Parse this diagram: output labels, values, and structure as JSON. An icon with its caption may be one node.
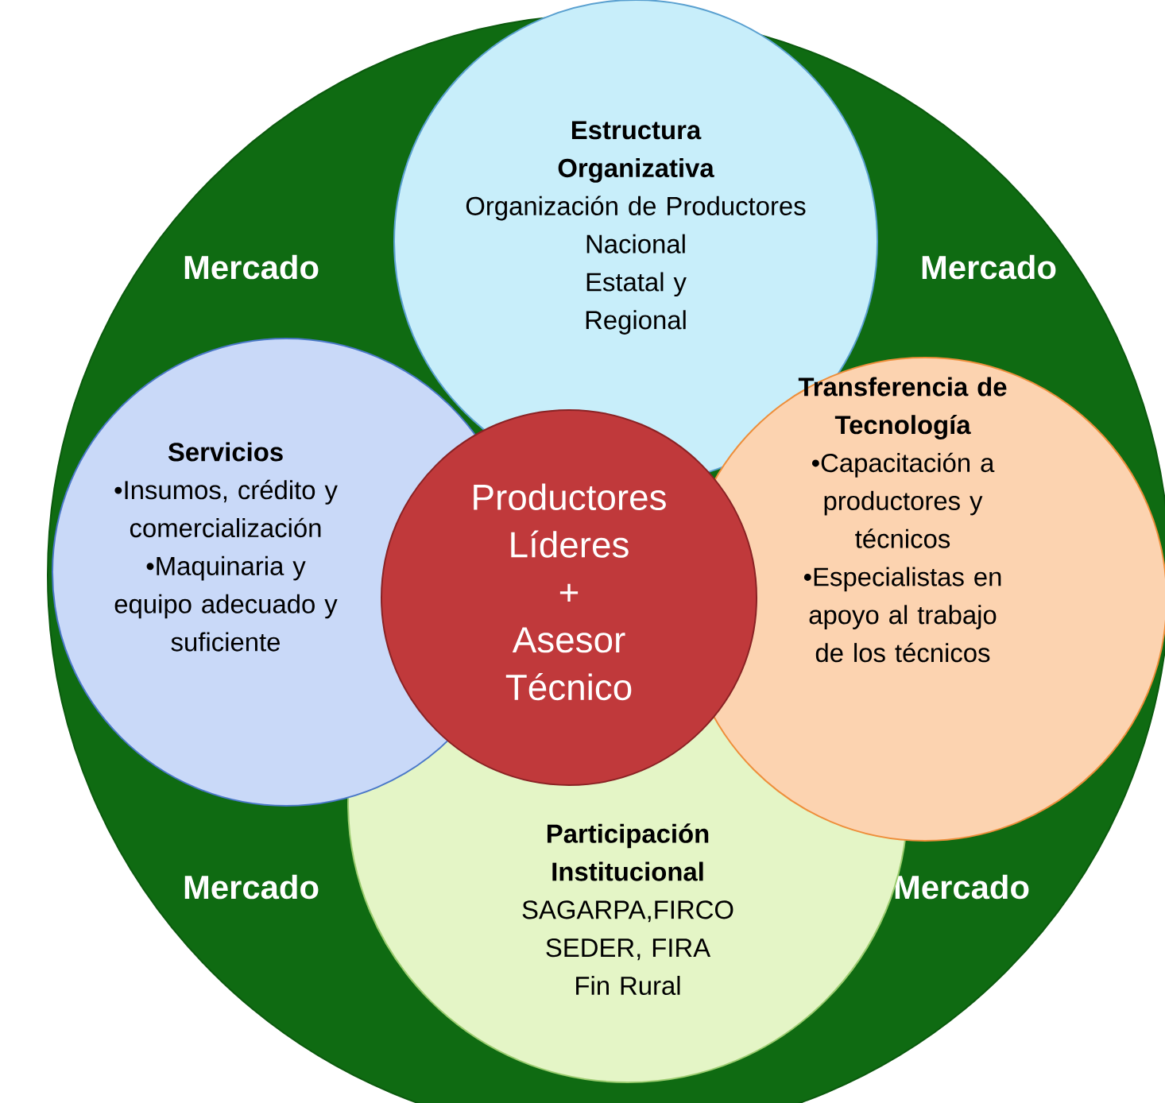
{
  "diagram": {
    "nodes": [
      {
        "text": [
          "Mercado",
          "Mercado",
          "Mercado",
          "Mercado"
        ]
      },
      {
        "text": [
          "Estructura Organizativa",
          "Organización de Productores",
          "Nacional",
          "Estatal y",
          "Regional"
        ],
        "in": 0
      },
      {
        "text": [
          "Servicios",
          "•Insumos, crédito y comercialización",
          "•Maquinaria y equipo adecuado y suficiente"
        ],
        "in": 0
      },
      {
        "text": [
          "Transferencia de Tecnología",
          "•Capacitación a productores y técnicos",
          "•Especialistas en apoyo al trabajo de los técnicos"
        ],
        "in": 0
      },
      {
        "text": [
          "Participación Institucional",
          "SAGARPA,FIRCO",
          "SEDER, FIRA",
          "Fin Rural"
        ],
        "in": 0
      },
      {
        "text": [
          "Productores Líderes + Asesor Técnico"
        ],
        "in": 0
      }
    ]
  }
}
